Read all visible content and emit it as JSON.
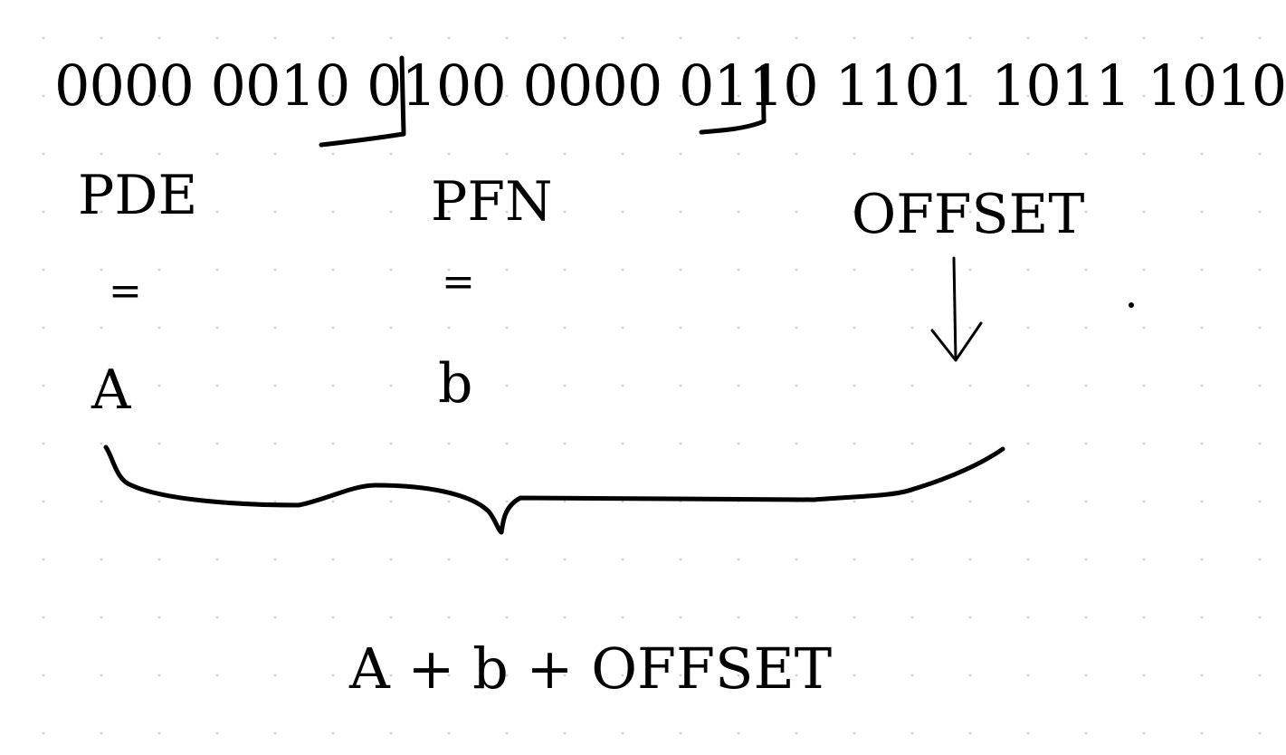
{
  "binary_address": "0000 0010 0100 0000 0110 1101 1011 1010",
  "labels": {
    "pde": "PDE",
    "pfn": "PFN",
    "offset": "OFFSET"
  },
  "equals": {
    "pde": "=",
    "pfn": "="
  },
  "values": {
    "pde": "A",
    "pfn": "b"
  },
  "sum_expression": "A + b + OFFSET",
  "ink_color": "#000000",
  "grid_dot_color": "#c9d0d6"
}
